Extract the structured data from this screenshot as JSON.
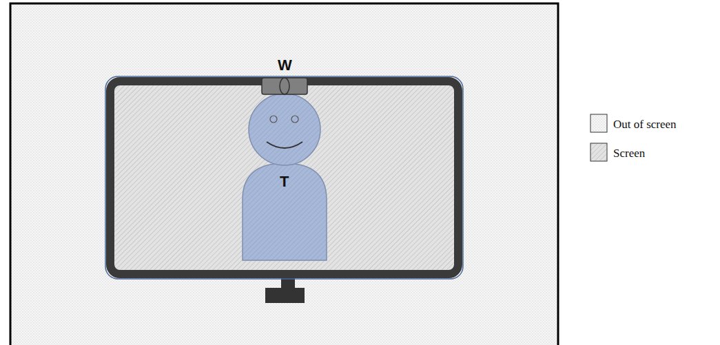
{
  "diagram": {
    "labels": [
      "W",
      "T"
    ],
    "legend": [
      {
        "text": "Out of screen"
      },
      {
        "text": "Screen"
      }
    ]
  }
}
